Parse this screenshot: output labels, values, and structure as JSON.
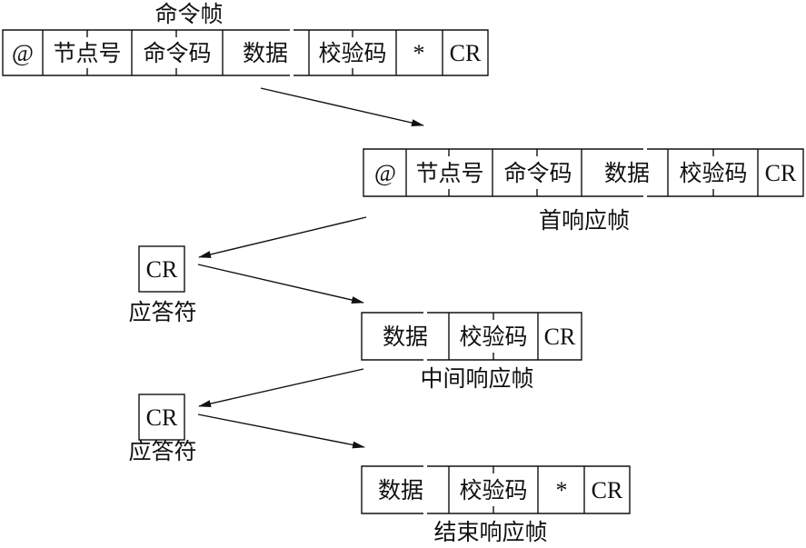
{
  "frames": {
    "command": {
      "caption": "命令帧",
      "cells": [
        "@",
        "节点号",
        "命令码",
        "数据",
        "校验码",
        "*",
        "CR"
      ]
    },
    "first_response": {
      "caption": "首响应帧",
      "cells": [
        "@",
        "节点号",
        "命令码",
        "数据",
        "校验码",
        "CR"
      ]
    },
    "middle_response": {
      "caption": "中间响应帧",
      "cells": [
        "数据",
        "校验码",
        "CR"
      ]
    },
    "end_response": {
      "caption": "结束响应帧",
      "cells": [
        "数据",
        "校验码",
        "*",
        "CR"
      ]
    }
  },
  "ack1": {
    "box": "CR",
    "caption": "应答符"
  },
  "ack2": {
    "box": "CR",
    "caption": "应答符"
  },
  "colors": {
    "line": "#111111",
    "background": "#ffffff"
  }
}
